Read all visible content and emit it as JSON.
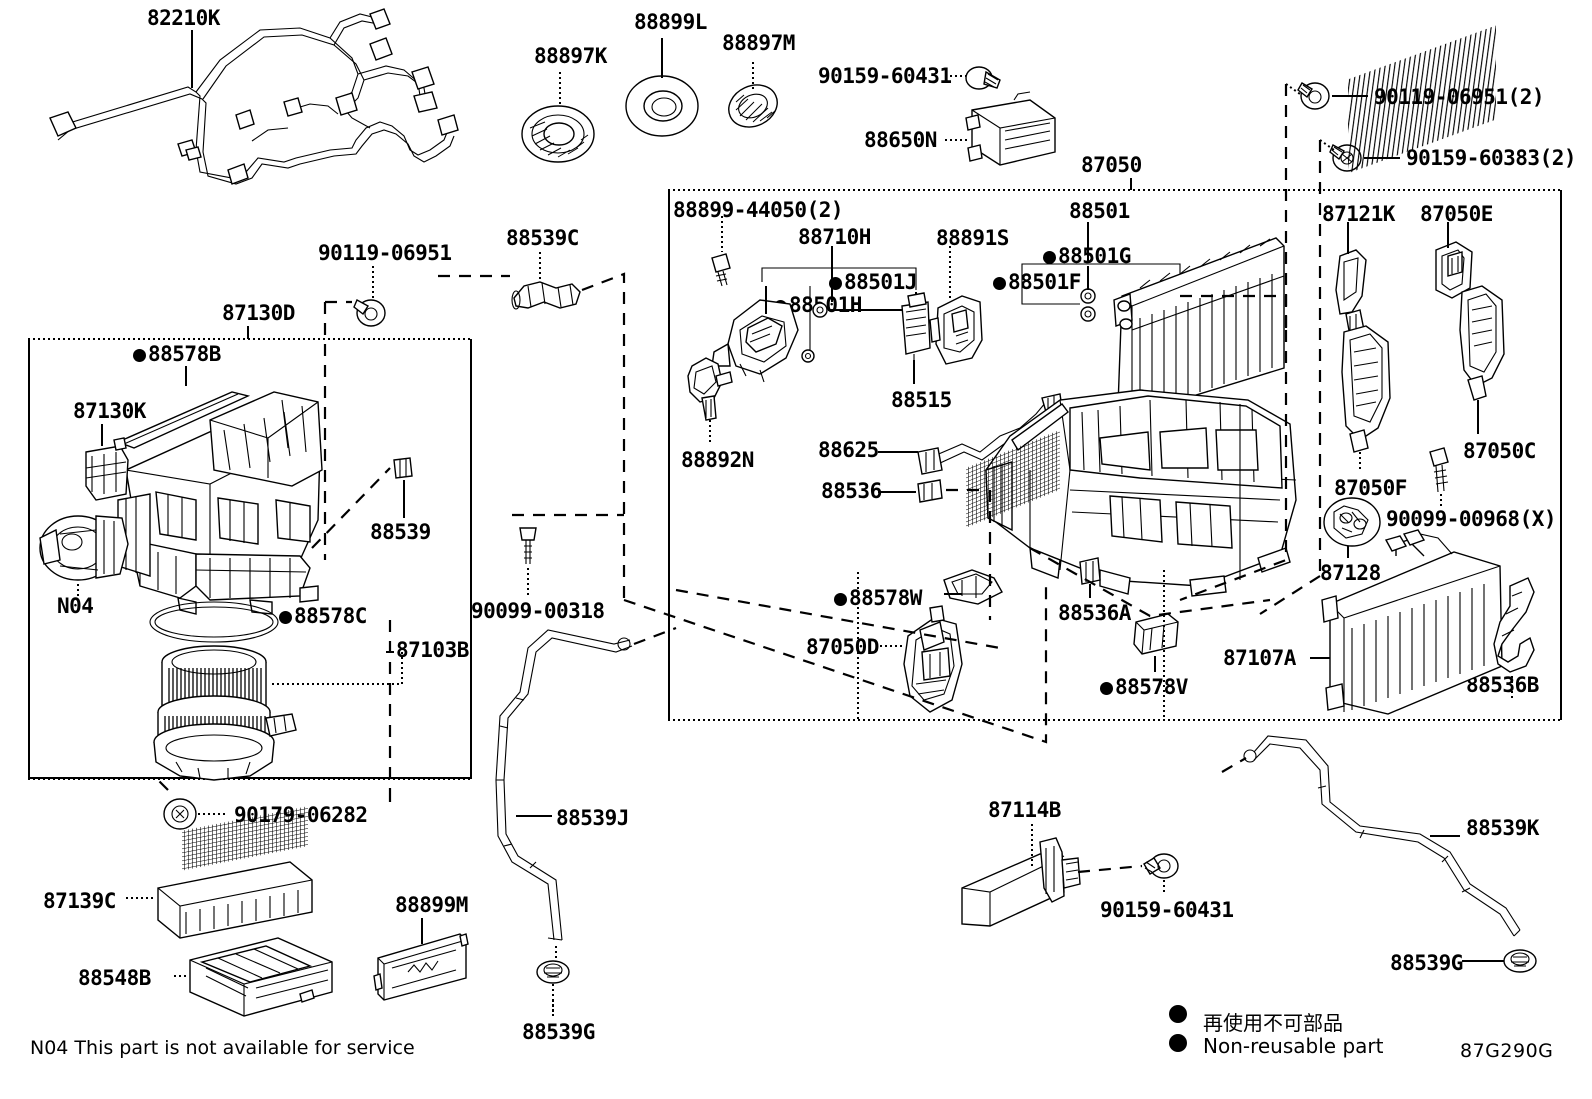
{
  "diagram": {
    "code": "87G290G",
    "footnote": "N04 This part is not available for service",
    "legend": {
      "japanese": "再使用不可部品",
      "english": "Non-reusable part"
    }
  },
  "labels": {
    "harness": "82210K",
    "seal_k": "88897K",
    "seal_l": "88899L",
    "seal_m": "88897M",
    "screw_90159_60431_top": "90159-60431",
    "amplifier": "88650N",
    "screw_90119_06951_2": "90119-06951(2)",
    "screw_90159_60383_2": "90159-60383(2)",
    "hvac_assembly": "87050",
    "screw_90119_06951": "90119-06951",
    "hose_88539c": "88539C",
    "blower_assembly": "87130D",
    "gasket_88578b": "88578B",
    "blower_resistor_87130k": "87130K",
    "n04": "N04",
    "clip_88539": "88539",
    "oring_88578c": "88578C",
    "blower_motor_87103b": "87103B",
    "nut_90179_06282": "90179-06282",
    "screw_90099_00318": "90099-00318",
    "filter_87139C": "87139C",
    "filter_case_88548B": "88548B",
    "cover_88899M": "88899M",
    "screw_88899_44050_2": "88899-44050(2)",
    "servo_88710H": "88710H",
    "oring_88501J": "88501J",
    "oring_88501H": "88501H",
    "sensor_88892N": "88892N",
    "valve_88891S": "88891S",
    "sensor_88515": "88515",
    "oring_88501F": "88501F",
    "evaporator_88501": "88501",
    "oring_88501G": "88501G",
    "bracket_87121K": "87121K",
    "damper_87050E": "87050E",
    "damper_87050C": "87050C",
    "damper_87050F": "87050F",
    "screw_90099_00968": "90099-00968(X)",
    "harness_88625": "88625",
    "clip_88536": "88536",
    "clip_88578W": "88578W",
    "servo_87050D": "87050D",
    "clip_88536A": "88536A",
    "gasket_88578V": "88578V",
    "motor_87128": "87128",
    "heater_core_87107A": "87107A",
    "clip_88536B": "88536B",
    "pipe_88539J": "88539J",
    "grommet_88539G_left": "88539G",
    "ptc_heater_87114B": "87114B",
    "screw_90159_60431_bottom": "90159-60431",
    "pipe_88539K": "88539K",
    "grommet_88539G_right": "88539G"
  }
}
